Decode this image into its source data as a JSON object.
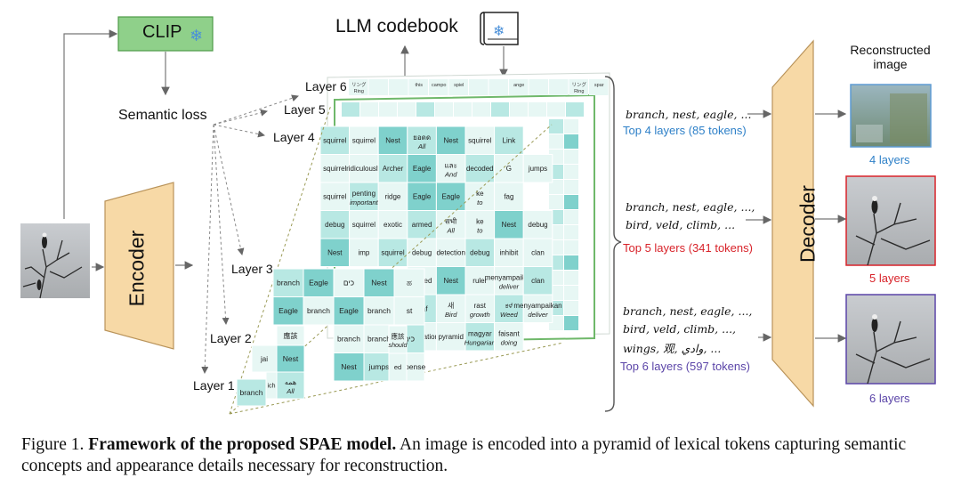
{
  "clip": {
    "label": "CLIP",
    "icon": "snowflake-icon"
  },
  "semantic_loss": "Semantic loss",
  "llm_codebook": {
    "label": "LLM codebook",
    "icon": "book-snowflake-icon"
  },
  "encoder": "Encoder",
  "decoder": "Decoder",
  "reconstructed_title": [
    "Reconstructed",
    "image"
  ],
  "layers": {
    "l1": "Layer 1",
    "l2": "Layer 2",
    "l3": "Layer 3",
    "l4": "Layer 4",
    "l5": "Layer 5",
    "l6": "Layer 6"
  },
  "layer4_grid": [
    [
      "squirrel",
      "squirrel",
      "Nest",
      "ยอดด|All",
      "Nest",
      "squirrel",
      "Link"
    ],
    [
      "squirrel",
      "ridiculously",
      "Archer",
      "Eagle",
      "และ|And",
      "decoded",
      "G",
      "jumps"
    ],
    [
      "squirrel",
      "penting|important",
      "ridge",
      "Eagle",
      "Eagle",
      "ke|to",
      "fag"
    ],
    [
      "debug",
      "squirrel",
      "exotic",
      "armed",
      "सभी|All",
      "ke|to",
      "Nest",
      "debug"
    ],
    [
      "Nest",
      "imp",
      "squirrel",
      "debug",
      "detection",
      "debug",
      "inhibit",
      "clan"
    ],
    [
      "",
      "",
      "",
      "armed",
      "Nest",
      "ruler",
      "menyampaikan|deliver",
      "clan"
    ],
    [
      "",
      "",
      "",
      "leaf",
      "새|Bird",
      "rast|growth",
      "ಕಳೆ|Weed",
      "menyampaikan|deliver"
    ],
    [
      "",
      "",
      "",
      "Navigation",
      "pyramid",
      "magyar|Hungarian",
      "faisant|doing",
      ""
    ]
  ],
  "layer3_grid": [
    [
      "branch",
      "Eagle",
      "כים",
      "Nest",
      "ಹ"
    ],
    [
      "Eagle",
      "branch",
      "Eagle",
      "branch",
      "st"
    ],
    [
      "",
      "",
      "branch",
      "branch",
      "כים"
    ],
    [
      "",
      "",
      "Nest",
      "jumps",
      "suspense"
    ]
  ],
  "layer2_grid": [
    [
      "應該|should",
      "ed"
    ]
  ],
  "layer2_cells": [
    "jai",
    "Nest",
    "應該"
  ],
  "layer1_cells": [
    "branch",
    "ich",
    "همه|All"
  ],
  "layer5_row": [
    "",
    "",
    "",
    "",
    "",
    "",
    "",
    "",
    "",
    "",
    "",
    "",
    ""
  ],
  "layer6_row": [
    "リング|Ring",
    "",
    "",
    "this",
    "campo",
    "spiel",
    "",
    "",
    "ange",
    "",
    "",
    "リング|Ring",
    "spar"
  ],
  "rows": [
    {
      "words_lines": [
        "branch, nest, eagle, ..."
      ],
      "caption": "Top 4 layers (85 tokens)",
      "color": "#2e80c8",
      "layers_label": "4 layers"
    },
    {
      "words_lines": [
        "branch, nest, eagle, ...,",
        "bird, veld, climb, ..."
      ],
      "caption": "Top 5 layers (341 tokens)",
      "color": "#d8232a",
      "layers_label": "5 layers"
    },
    {
      "words_lines": [
        "branch, nest, eagle, ...,",
        "bird, veld, climb, ...,",
        "wings, 观, وادي, ..."
      ],
      "caption": "Top 6 layers (597 tokens)",
      "color": "#5b45a8",
      "layers_label": "6 layers"
    }
  ],
  "figure_caption": {
    "prefix": "Figure 1. ",
    "bold": "Framework of the proposed SPAE model.",
    "rest": " An image is encoded into a pyramid of lexical tokens capturing semantic concepts and appearance details necessary for reconstruction."
  },
  "colors": {
    "clip_green": "#8fd08a",
    "encoder_fill": "#f7d9a6",
    "cell_dark": "#7fd1cc",
    "cell_mid": "#b8e8e3",
    "cell_light": "#e7f7f4",
    "grid_border": "#6fb86a"
  }
}
